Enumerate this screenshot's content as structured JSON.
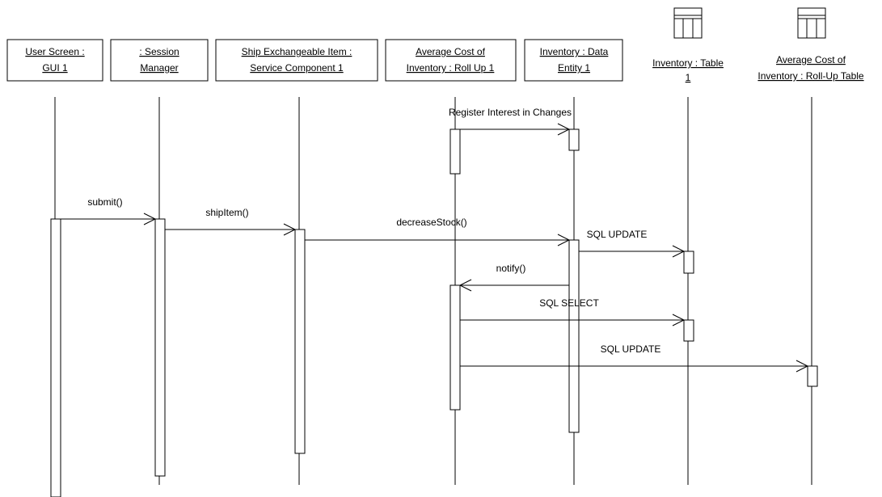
{
  "participants": [
    {
      "id": "gui",
      "line1": "User Screen :",
      "line2": "GUI 1",
      "shape": "box"
    },
    {
      "id": "session",
      "line1": ": Session",
      "line2": "Manager",
      "shape": "box"
    },
    {
      "id": "ship",
      "line1": "Ship Exchangeable Item :",
      "line2": "Service Component 1",
      "shape": "box"
    },
    {
      "id": "avgcost",
      "line1": "Average Cost of",
      "line2": "Inventory : Roll Up 1",
      "shape": "box"
    },
    {
      "id": "invdata",
      "line1": "Inventory : Data",
      "line2": "Entity 1",
      "shape": "box"
    },
    {
      "id": "invtable",
      "line1": "Inventory : Table",
      "line2": "1",
      "shape": "table-icon"
    },
    {
      "id": "avgtable",
      "line1": "Average Cost of",
      "line2": "Inventory : Roll-Up Table",
      "shape": "table-icon"
    }
  ],
  "messages": [
    {
      "from": "avgcost",
      "to": "invdata",
      "label": "Register Interest in Changes"
    },
    {
      "from": "gui",
      "to": "session",
      "label": "submit()"
    },
    {
      "from": "session",
      "to": "ship",
      "label": "shipItem()"
    },
    {
      "from": "ship",
      "to": "invdata",
      "label": "decreaseStock()"
    },
    {
      "from": "invdata",
      "to": "invtable",
      "label": "SQL UPDATE"
    },
    {
      "from": "invdata",
      "to": "avgcost",
      "label": "notify()"
    },
    {
      "from": "avgcost",
      "to": "invtable",
      "label": "SQL SELECT"
    },
    {
      "from": "avgcost",
      "to": "avgtable",
      "label": "SQL UPDATE"
    }
  ]
}
